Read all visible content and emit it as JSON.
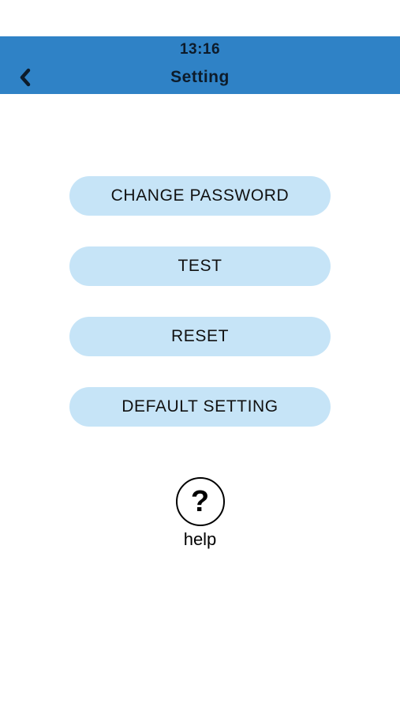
{
  "status_bar": {
    "time": "13:16"
  },
  "header": {
    "title": "Setting",
    "back_icon": "chevron-left-icon",
    "background_color": "#2f82c6"
  },
  "menu": {
    "button_color": "#c6e4f7",
    "items": [
      {
        "label": "CHANGE PASSWORD"
      },
      {
        "label": "TEST"
      },
      {
        "label": "RESET"
      },
      {
        "label": "DEFAULT SETTING"
      }
    ]
  },
  "help": {
    "icon": "question-circle-icon",
    "icon_glyph": "?",
    "label": "help"
  }
}
